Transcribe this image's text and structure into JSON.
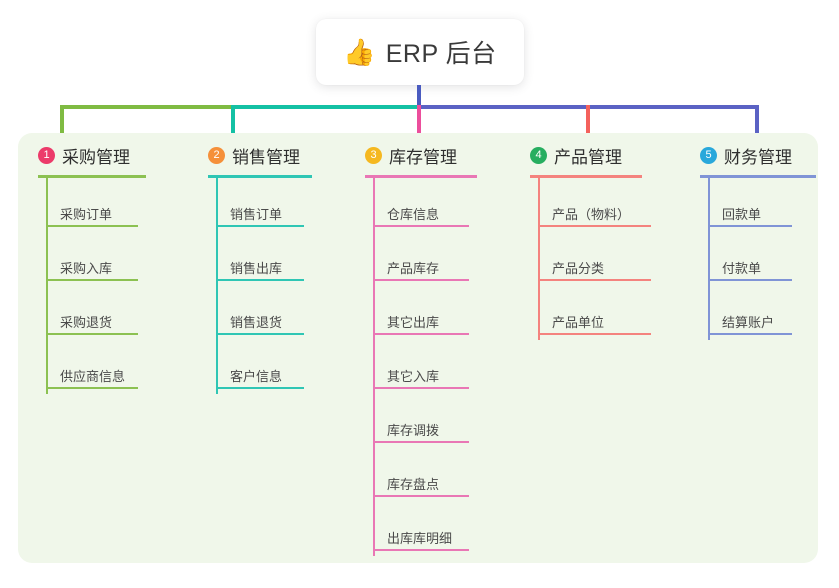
{
  "root": {
    "icon": "thumbs-up-icon",
    "icon_glyph": "👍",
    "title": "ERP 后台"
  },
  "panel": {
    "background": "#f0f7ea"
  },
  "connectors": {
    "trunk_color": "#4a5bc0",
    "bus_segments": [
      "#7fbb42",
      "#14c1a4",
      "#5b62c4"
    ],
    "stub_colors": [
      "#7fbb42",
      "#14c1a4",
      "#ec4e9c",
      "#f4615c",
      "#5b62c4"
    ]
  },
  "columns": [
    {
      "number": "1",
      "title": "采购管理",
      "badge_color": "#ec3b6a",
      "line_color": "#8cc152",
      "rule_width": 108,
      "leaf_rule_width": 92,
      "items": [
        {
          "label": "采购订单"
        },
        {
          "label": "采购入库"
        },
        {
          "label": "采购退货"
        },
        {
          "label": "供应商信息"
        }
      ]
    },
    {
      "number": "2",
      "title": "销售管理",
      "badge_color": "#f5903a",
      "line_color": "#2fc6b4",
      "rule_width": 104,
      "leaf_rule_width": 88,
      "items": [
        {
          "label": "销售订单"
        },
        {
          "label": "销售出库"
        },
        {
          "label": "销售退货"
        },
        {
          "label": "客户信息"
        }
      ]
    },
    {
      "number": "3",
      "title": "库存管理",
      "badge_color": "#f5b820",
      "line_color": "#e977b5",
      "rule_width": 112,
      "leaf_rule_width": 96,
      "items": [
        {
          "label": "仓库信息"
        },
        {
          "label": "产品库存"
        },
        {
          "label": "其它出库"
        },
        {
          "label": "其它入库"
        },
        {
          "label": "库存调拨"
        },
        {
          "label": "库存盘点"
        },
        {
          "label": "出库库明细"
        }
      ]
    },
    {
      "number": "4",
      "title": "产品管理",
      "badge_color": "#27ae60",
      "line_color": "#f4837e",
      "rule_width": 112,
      "leaf_rule_width": 113,
      "items": [
        {
          "label": "产品（物料）"
        },
        {
          "label": "产品分类"
        },
        {
          "label": "产品单位"
        }
      ]
    },
    {
      "number": "5",
      "title": "财务管理",
      "badge_color": "#29a8db",
      "line_color": "#8094d6",
      "rule_width": 116,
      "leaf_rule_width": 84,
      "items": [
        {
          "label": "回款单"
        },
        {
          "label": "付款单"
        },
        {
          "label": "结算账户"
        }
      ]
    }
  ]
}
